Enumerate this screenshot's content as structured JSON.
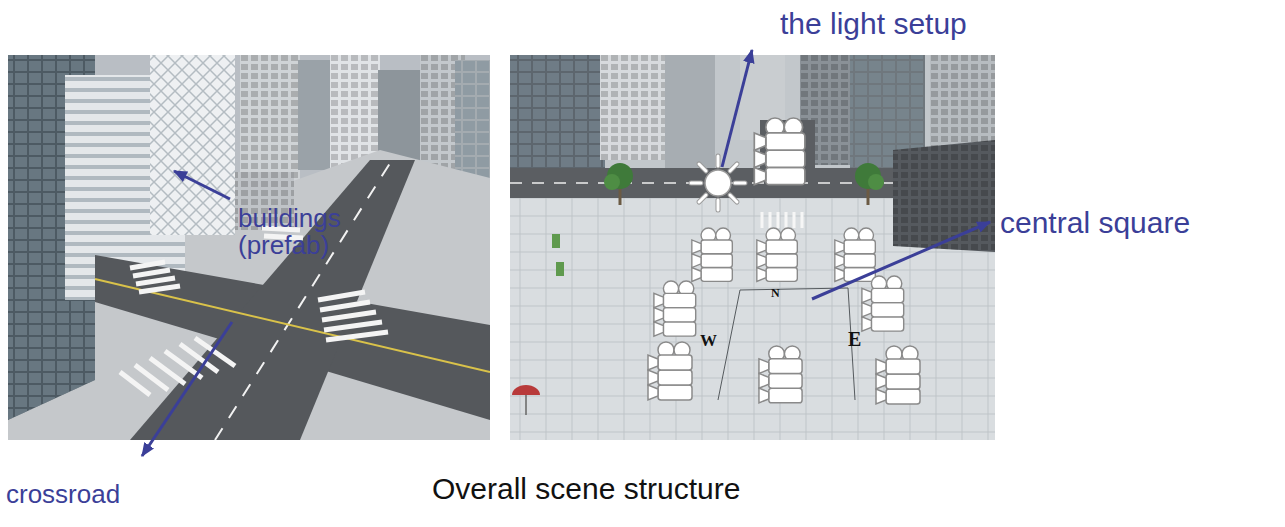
{
  "diagram": {
    "caption": "Overall scene structure",
    "labels": [
      "the light setup",
      "buildings (prefab)",
      "central square",
      "N",
      "W",
      "E",
      "crossroad"
    ]
  }
}
